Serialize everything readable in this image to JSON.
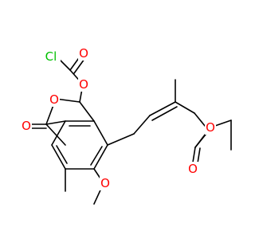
{
  "structure": {
    "atom_labels": {
      "acyl_chloride": "Cl",
      "carbonyl_oxygen_top": "O",
      "ester_oxygen_top": "O",
      "lactone_ring_oxygen": "O",
      "lactone_carbonyl_oxygen": "O",
      "methoxy_oxygen": "O",
      "ester_oxygen_right": "O",
      "ester_carbonyl_oxygen": "O"
    },
    "colors": {
      "bond": "#000000",
      "oxygen": "#ff0000",
      "chlorine": "#00c000"
    }
  }
}
